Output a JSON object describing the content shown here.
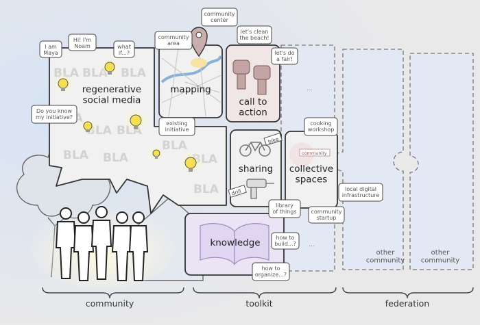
{
  "main_tiles": {
    "social_media": "regenerative\nsocial media",
    "mapping": "mapping",
    "call_to_action": "call to\naction",
    "sharing": "sharing",
    "collective_spaces": "collective\nspaces",
    "knowledge": "knowledge"
  },
  "speech": {
    "maya": "I am\nMaya",
    "noam": "Hi! I'm\nNoam",
    "what_if": "what\nif...?",
    "initiative": "Do you know\nmy initiative?",
    "community_area": "community\narea",
    "community_center": "community\ncenter",
    "existing_initiative": "existing\ninitiative",
    "clean_beach": "let's clean\nthe beach!",
    "do_fair": "let's do\na fair!",
    "cooking_workshop": "cooking\nworkshop",
    "community_tag": "community",
    "local_digital": "local digital\ninfrastructure",
    "community_startup": "community\nstartup",
    "library_of_things": "library\nof things",
    "how_build": "how to\nbuild...?",
    "how_organize": "how to\norganize...?"
  },
  "tool_tags": {
    "bike": "bike",
    "drill": "drill"
  },
  "bla_word": "BLA",
  "ellipsis": "...",
  "other_community": "other\ncommunity",
  "bottom_labels": {
    "community": "community",
    "toolkit": "toolkit",
    "federation": "federation"
  },
  "colors": {
    "background": "#e9e9ea",
    "tile": "#f1f1f1",
    "tile_border": "#333333",
    "federation_blue": "#e3e9f4",
    "knowledge_purple": "#ebe4f5",
    "action_pink": "#f1e6e6",
    "bulb": "#f6df52",
    "people": "#ffffff"
  },
  "icons": [
    "lightbulb-icon",
    "map-pin-icon",
    "raised-fist-icon",
    "bicycle-icon",
    "drill-icon",
    "tree-icon",
    "house-icon",
    "open-book-icon"
  ]
}
